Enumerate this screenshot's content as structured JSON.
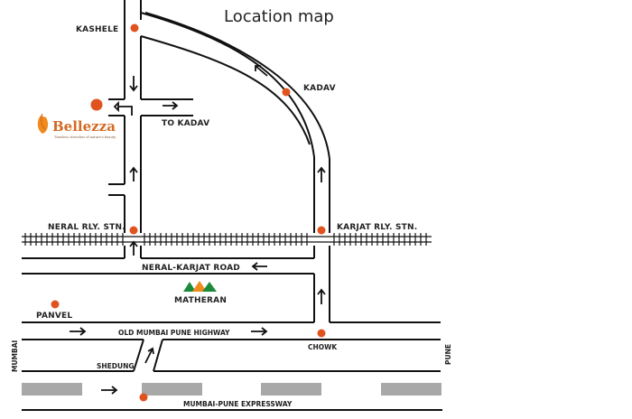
{
  "title": "Location map",
  "brand": {
    "name": "Bellezza",
    "tagline": "Timeless stretches of nature's beauty"
  },
  "labels": {
    "kashele": "KASHELE",
    "kadav": "KADAV",
    "to_kadav": "TO KADAV",
    "neral_stn": "NERAL RLY. STN.",
    "karjat_stn": "KARJAT RLY. STN.",
    "neral_karjat_road": "NERAL-KARJAT ROAD",
    "matheran": "MATHERAN",
    "panvel": "PANVEL",
    "old_highway": "OLD MUMBAI PUNE HIGHWAY",
    "chowk": "CHOWK",
    "shedung": "SHEDUNG",
    "mumbai": "MUMBAI",
    "pune": "PUNE",
    "expressway": "MUMBAI-PUNE EXPRESSWAY"
  },
  "colors": {
    "marker": "#e0531f",
    "road": "#111111",
    "expressway_band": "#a8a8a8",
    "mountain_green": "#1d8a3a",
    "mountain_orange": "#f08a1c",
    "brand": "#d36a24"
  }
}
